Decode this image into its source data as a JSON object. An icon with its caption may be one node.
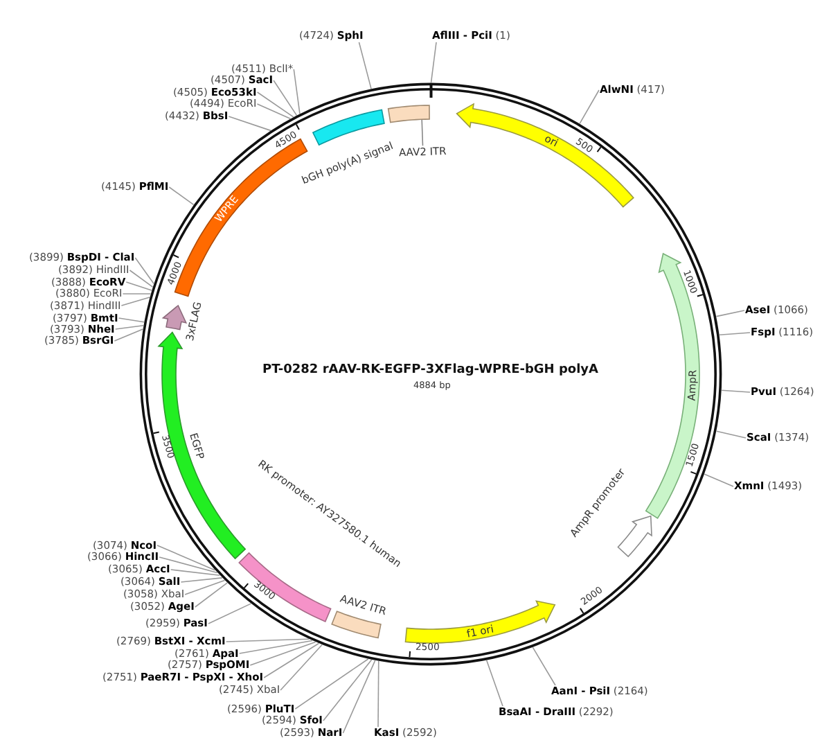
{
  "diagram": {
    "title": "PT-0282 rAAV-RK-EGFP-3XFlag-WPRE-bGH polyA",
    "nodes": [
      {
        "text": [],
        "shape": "circle"
      },
      {
        "text": [
          "ori"
        ],
        "in": 0
      },
      {
        "text": [
          "AmpR"
        ],
        "in": 0
      },
      {
        "text": [
          "AmpR promoter"
        ],
        "in": 0
      },
      {
        "text": [
          "f1 ori"
        ],
        "in": 0
      },
      {
        "text": [
          "AAV2 ITR"
        ],
        "in": 0
      },
      {
        "text": [
          "RK promoter: AY327580.1 human"
        ],
        "in": 0
      },
      {
        "text": [
          "EGFP"
        ],
        "in": 0
      },
      {
        "text": [
          "3xFLAG"
        ],
        "in": 0
      },
      {
        "text": [
          "WPRE"
        ],
        "in": 0
      },
      {
        "text": [
          "bGH poly(A) signal"
        ],
        "in": 0
      },
      {
        "text": [
          "AAV2 ITR"
        ],
        "in": 0
      },
      {
        "text": [
          "**AflIII - PciI** (1)"
        ]
      },
      {
        "text": [
          "**AlwNI** (417)"
        ]
      },
      {
        "text": [
          "**AseI** (1066)"
        ]
      },
      {
        "text": [
          "**FspI** (1116)"
        ]
      },
      {
        "text": [
          "**PvuI** (1264)"
        ]
      },
      {
        "text": [
          "**ScaI** (1374)"
        ]
      },
      {
        "text": [
          "**XmnI** (1493)"
        ]
      },
      {
        "text": [
          "**AanI - PsiI** (2164)"
        ]
      },
      {
        "text": [
          "**BsaAI - DraIII** (2292)"
        ]
      },
      {
        "text": [
          "**KasI** (2592)"
        ]
      },
      {
        "text": [
          "(2593) **NarI**"
        ]
      },
      {
        "text": [
          "(2594) **SfoI**"
        ]
      },
      {
        "text": [
          "(2596) **PluTI**"
        ]
      },
      {
        "text": [
          "(2745) XbaI"
        ]
      },
      {
        "text": [
          "(2751) **PaeR7I - PspXI - XhoI**"
        ]
      },
      {
        "text": [
          "(2757) **PspOMI**"
        ]
      },
      {
        "text": [
          "(2761) **ApaI**"
        ]
      },
      {
        "text": [
          "(2769) **BstXI - XcmI**"
        ]
      },
      {
        "text": [
          "(2959) **PasI**"
        ]
      },
      {
        "text": [
          "(3052) **AgeI**"
        ]
      },
      {
        "text": [
          "(3058) XbaI"
        ]
      },
      {
        "text": [
          "(3064) **SalI**"
        ]
      },
      {
        "text": [
          "(3065) **AccI**"
        ]
      },
      {
        "text": [
          "(3066) **HincII**"
        ]
      },
      {
        "text": [
          "(3074) **NcoI**"
        ]
      },
      {
        "text": [
          "(3785) **BsrGI**"
        ]
      },
      {
        "text": [
          "(3793) **NheI**"
        ]
      },
      {
        "text": [
          "(3797) **BmtI**"
        ]
      },
      {
        "text": [
          "(3871) HindIII"
        ]
      },
      {
        "text": [
          "(3880) EcoRI"
        ]
      },
      {
        "text": [
          "(3888) **EcoRV**"
        ]
      },
      {
        "text": [
          "(3892) HindIII"
        ]
      },
      {
        "text": [
          "(3899) **BspDI - ClaI**"
        ]
      },
      {
        "text": [
          "(4145) **PflMI**"
        ]
      },
      {
        "text": [
          "(4432) **BbsI**"
        ]
      },
      {
        "text": [
          "(4494) EcoRI"
        ]
      },
      {
        "text": [
          "(4505) **Eco53kI**"
        ]
      },
      {
        "text": [
          "(4507) **SacI**"
        ]
      },
      {
        "text": [
          "(4511) BclI*"
        ]
      },
      {
        "text": [
          "(4724) **SphI**"
        ]
      }
    ],
    "edges": [
      {
        "from": 12,
        "to": 0,
        "arrow": "none"
      },
      {
        "from": 13,
        "to": 0,
        "arrow": "none"
      },
      {
        "from": 14,
        "to": 0,
        "arrow": "none"
      },
      {
        "from": 15,
        "to": 0,
        "arrow": "none"
      },
      {
        "from": 16,
        "to": 0,
        "arrow": "none"
      },
      {
        "from": 17,
        "to": 0,
        "arrow": "none"
      },
      {
        "from": 18,
        "to": 0,
        "arrow": "none"
      },
      {
        "from": 19,
        "to": 0,
        "arrow": "none"
      },
      {
        "from": 20,
        "to": 0,
        "arrow": "none"
      },
      {
        "from": 21,
        "to": 0,
        "arrow": "none"
      },
      {
        "from": 22,
        "to": 0,
        "arrow": "none"
      },
      {
        "from": 23,
        "to": 0,
        "arrow": "none"
      },
      {
        "from": 24,
        "to": 0,
        "arrow": "none"
      },
      {
        "from": 25,
        "to": 0,
        "arrow": "none"
      },
      {
        "from": 26,
        "to": 0,
        "arrow": "none"
      },
      {
        "from": 27,
        "to": 0,
        "arrow": "none"
      },
      {
        "from": 28,
        "to": 0,
        "arrow": "none"
      },
      {
        "from": 29,
        "to": 0,
        "arrow": "none"
      },
      {
        "from": 30,
        "to": 0,
        "arrow": "none"
      },
      {
        "from": 31,
        "to": 0,
        "arrow": "none"
      },
      {
        "from": 32,
        "to": 0,
        "arrow": "none"
      },
      {
        "from": 33,
        "to": 0,
        "arrow": "none"
      },
      {
        "from": 34,
        "to": 0,
        "arrow": "none"
      },
      {
        "from": 35,
        "to": 0,
        "arrow": "none"
      },
      {
        "from": 36,
        "to": 0,
        "arrow": "none"
      },
      {
        "from": 37,
        "to": 0,
        "arrow": "none"
      },
      {
        "from": 38,
        "to": 0,
        "arrow": "none"
      },
      {
        "from": 39,
        "to": 0,
        "arrow": "none"
      },
      {
        "from": 40,
        "to": 0,
        "arrow": "none"
      },
      {
        "from": 41,
        "to": 0,
        "arrow": "none"
      },
      {
        "from": 42,
        "to": 0,
        "arrow": "none"
      },
      {
        "from": 43,
        "to": 0,
        "arrow": "none"
      },
      {
        "from": 44,
        "to": 0,
        "arrow": "none"
      },
      {
        "from": 45,
        "to": 0,
        "arrow": "none"
      },
      {
        "from": 46,
        "to": 0,
        "arrow": "none"
      },
      {
        "from": 47,
        "to": 0,
        "arrow": "none"
      },
      {
        "from": 48,
        "to": 0,
        "arrow": "none"
      },
      {
        "from": 49,
        "to": 0,
        "arrow": "none"
      },
      {
        "from": 50,
        "to": 0,
        "arrow": "none"
      },
      {
        "from": 51,
        "to": 0,
        "arrow": "none"
      }
    ],
    "labels": [
      "4884 bp",
      "500",
      "1000",
      "1500",
      "2000",
      "2500",
      "3000",
      "3500",
      "4000",
      "4500"
    ]
  }
}
